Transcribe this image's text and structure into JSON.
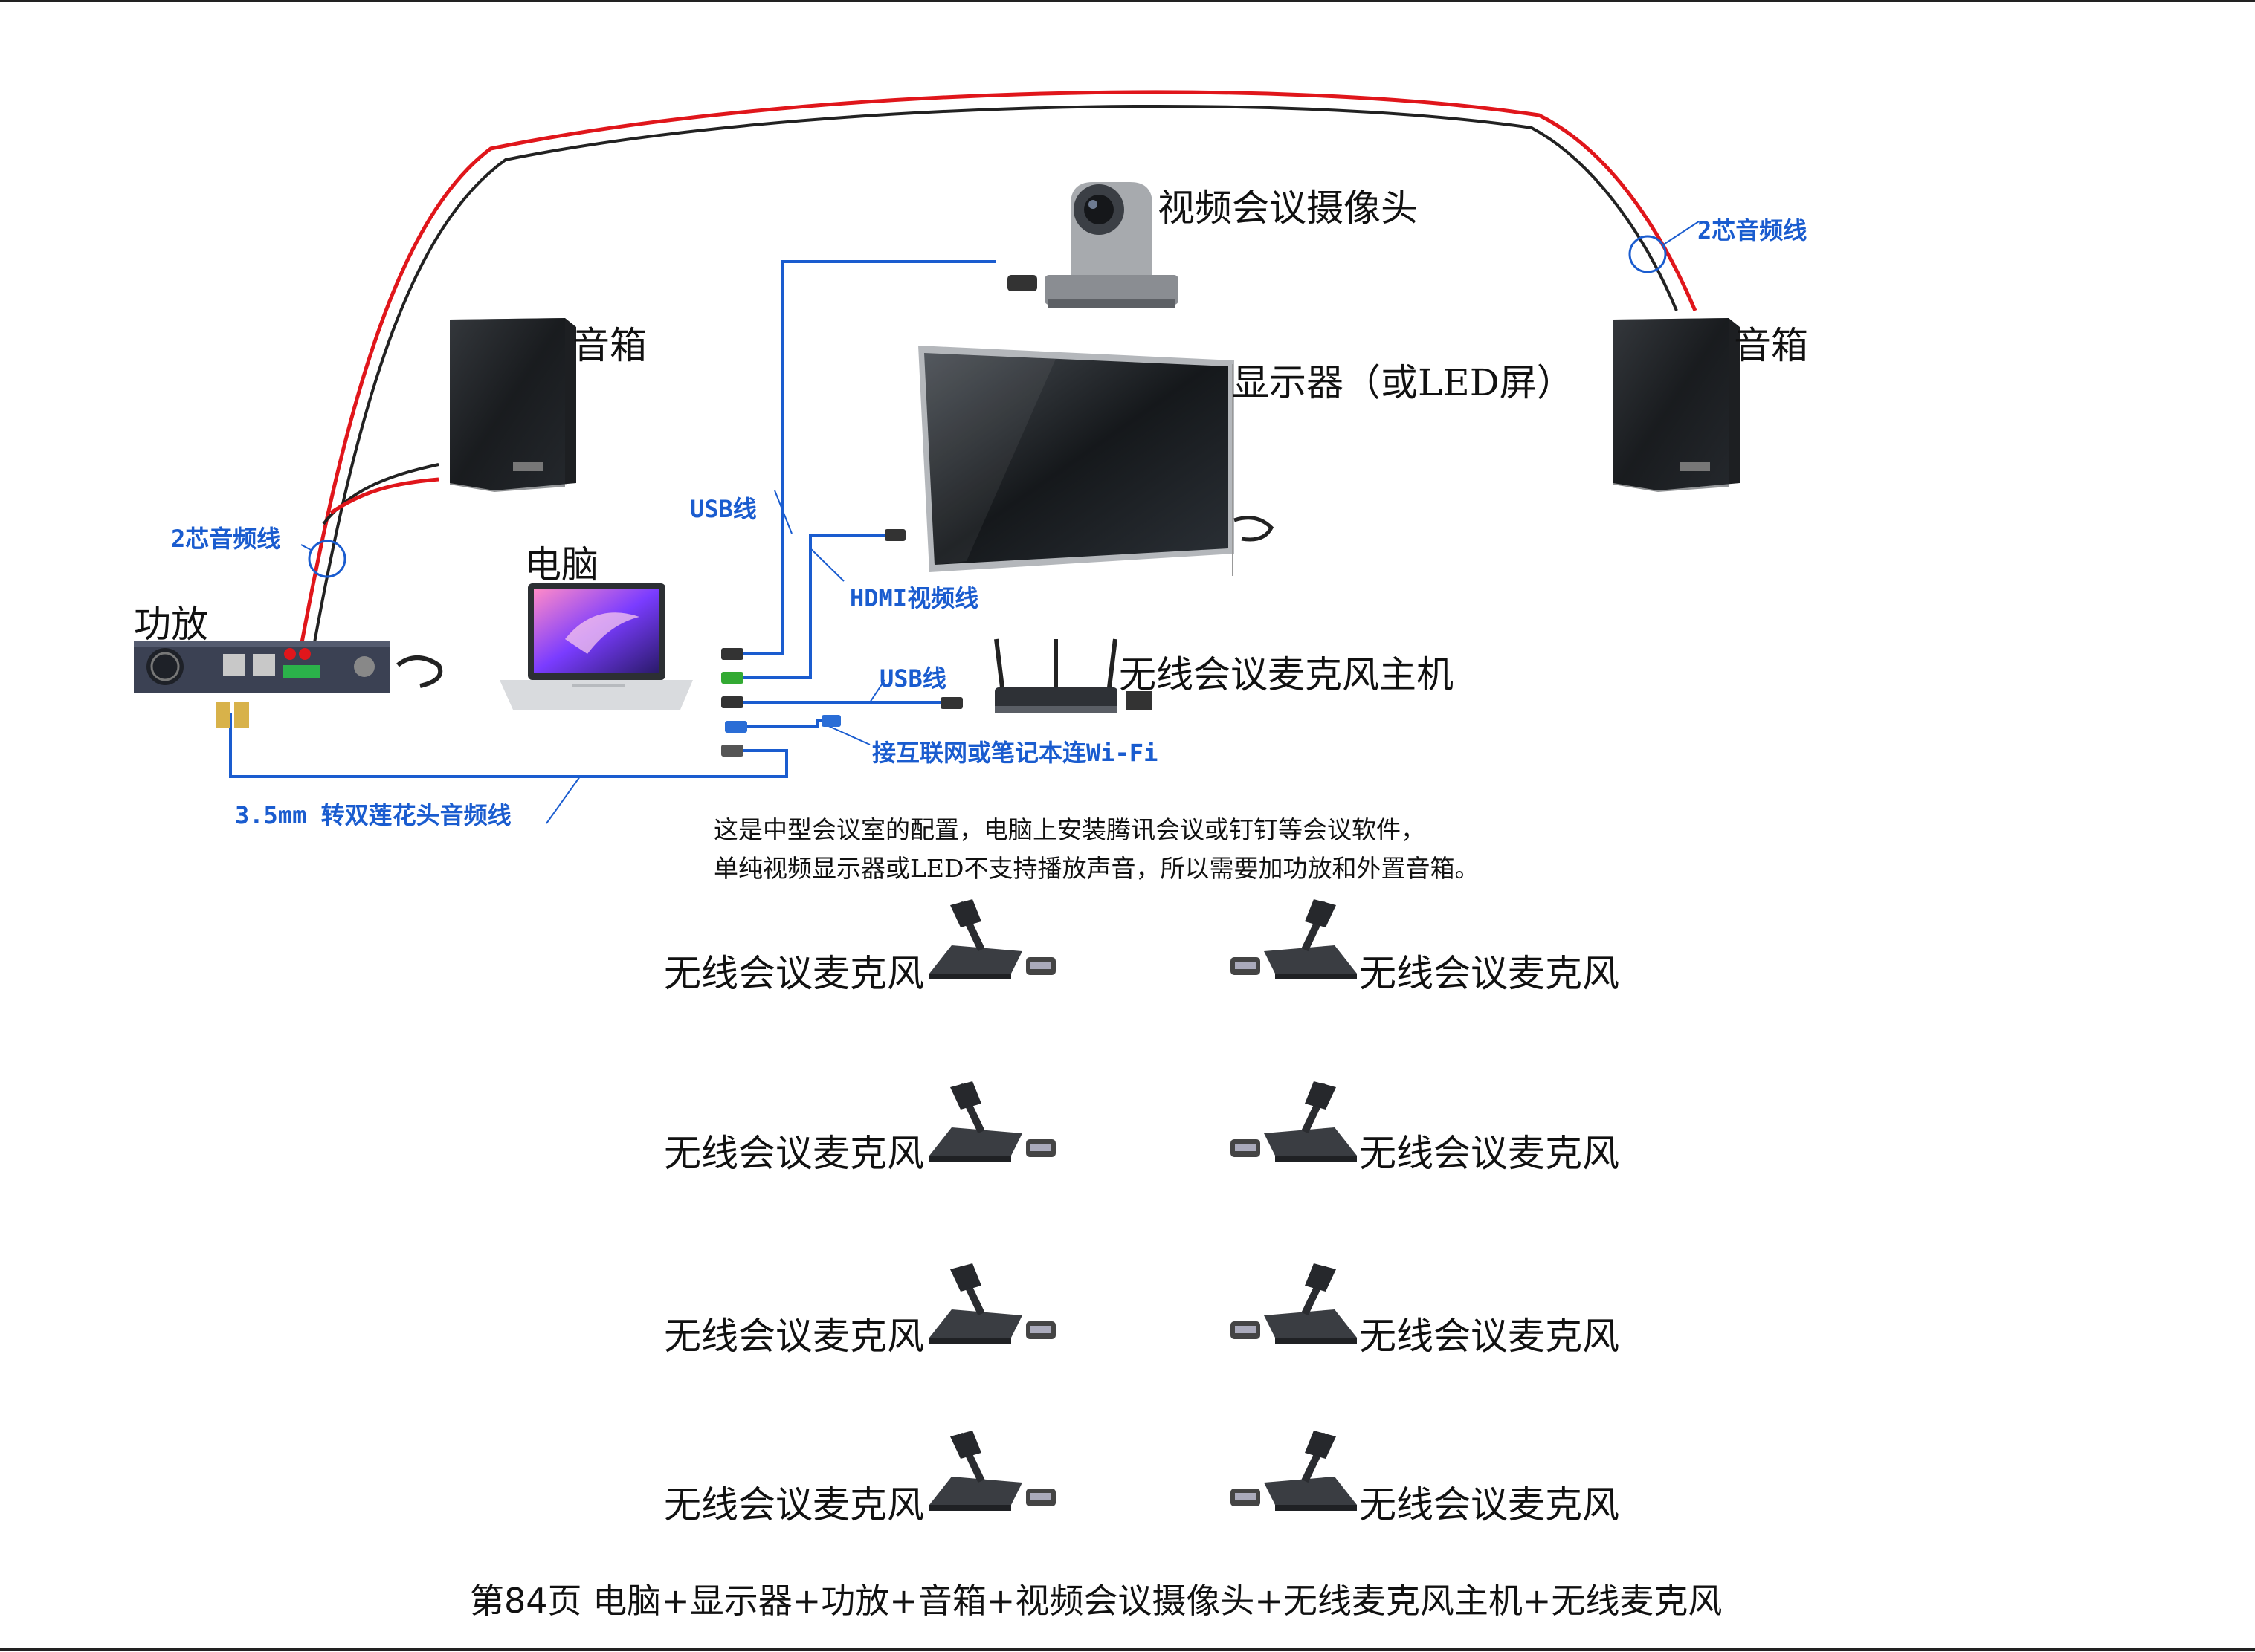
{
  "devices": {
    "speaker_left": "音箱",
    "speaker_right": "音箱",
    "camera": "视频会议摄像头",
    "display": "显示器（或LED屏）",
    "computer": "电脑",
    "amplifier": "功放",
    "mic_host": "无线会议麦克风主机"
  },
  "cables": {
    "audio_left": "2芯音频线",
    "audio_right": "2芯音频线",
    "usb_camera": "USB线",
    "hdmi": "HDMI视频线",
    "usb_host": "USB线",
    "network": "接互联网或笔记本连Wi-Fi",
    "rca": "3.5mm 转双莲花头音频线"
  },
  "note_lines": [
    "这是中型会议室的配置，电脑上安装腾讯会议或钉钉等会议软件，",
    "单纯视频显示器或LED不支持播放声音，所以需要加功放和外置音箱。"
  ],
  "mics": [
    "无线会议麦克风",
    "无线会议麦克风",
    "无线会议麦克风",
    "无线会议麦克风",
    "无线会议麦克风",
    "无线会议麦克风",
    "无线会议麦克风",
    "无线会议麦克风"
  ],
  "footer": "第84页  电脑+显示器+功放+音箱+视频会议摄像头+无线麦克风主机+无线麦克风",
  "colors": {
    "cable_blue": "#1a5ccf",
    "speaker_red": "#e0161b",
    "speaker_black": "#222222"
  }
}
